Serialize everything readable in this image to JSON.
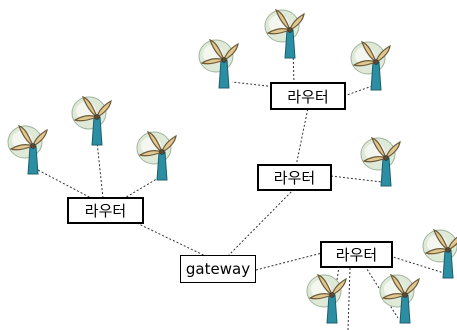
{
  "nodes": {
    "gateway_label": "gateway",
    "router_top_label": "라우터",
    "router_mid_label": "라우터",
    "router_left_label": "라우터",
    "router_right_label": "라우터"
  },
  "colors": {
    "link": "#333333",
    "blade": "#e0c890",
    "blade_edge": "#6e5a3a",
    "halo": "#dfe9d8",
    "tower": "#2b8ea2",
    "tower_edge": "#1d5f6e"
  },
  "icons": [
    "wind-turbine-icon"
  ]
}
